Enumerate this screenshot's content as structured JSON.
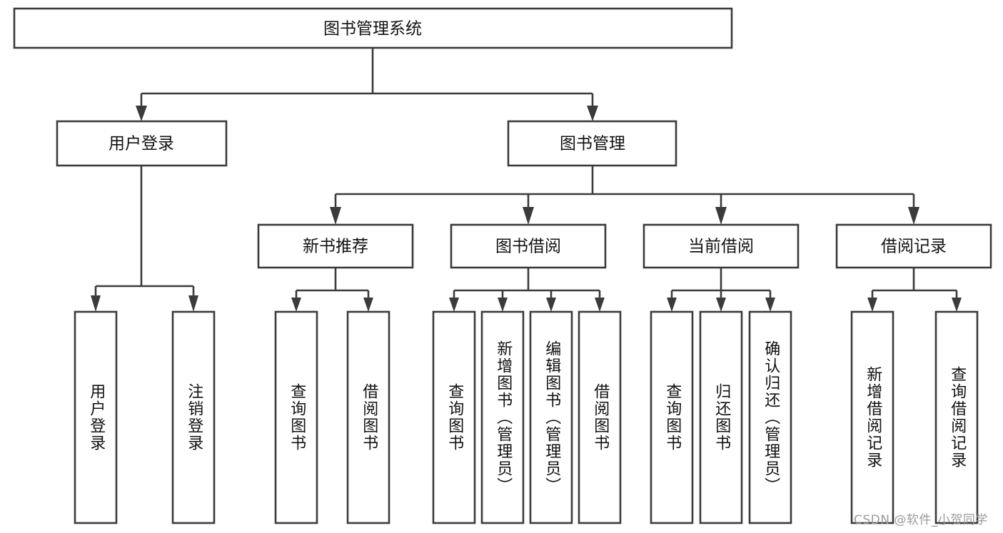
{
  "diagram": {
    "title": "图书管理系统",
    "type": "tree",
    "orientation": "top-down",
    "colors": {
      "box_stroke": "#3b3b3b",
      "box_fill": "#ffffff",
      "text": "#111111",
      "edge": "#3b3b3b",
      "watermark": "#9b9b9b",
      "background": "#ffffff"
    },
    "root": {
      "label": "图书管理系统"
    },
    "level2": [
      {
        "id": "user-login",
        "label": "用户登录"
      },
      {
        "id": "book-manage",
        "label": "图书管理"
      }
    ],
    "level3": [
      {
        "id": "new-book-recommend",
        "label": "新书推荐",
        "parent": "book-manage"
      },
      {
        "id": "book-borrow",
        "label": "图书借阅",
        "parent": "book-manage"
      },
      {
        "id": "current-borrow",
        "label": "当前借阅",
        "parent": "book-manage"
      },
      {
        "id": "borrow-record",
        "label": "借阅记录",
        "parent": "book-manage"
      }
    ],
    "leaves": [
      {
        "id": "leaf-user-login",
        "label": "用户登录",
        "parent": "user-login"
      },
      {
        "id": "leaf-user-logout",
        "label": "注销登录",
        "parent": "user-login"
      },
      {
        "id": "leaf-query-book-1",
        "label": "查询图书",
        "parent": "new-book-recommend"
      },
      {
        "id": "leaf-borrow-book-1",
        "label": "借阅图书",
        "parent": "new-book-recommend"
      },
      {
        "id": "leaf-query-book-2",
        "label": "查询图书",
        "parent": "book-borrow"
      },
      {
        "id": "leaf-add-book",
        "label": "新增图书（管理员）",
        "parent": "book-borrow"
      },
      {
        "id": "leaf-edit-book",
        "label": "编辑图书（管理员）",
        "parent": "book-borrow"
      },
      {
        "id": "leaf-borrow-book-2",
        "label": "借阅图书",
        "parent": "book-borrow"
      },
      {
        "id": "leaf-query-book-3",
        "label": "查询图书",
        "parent": "current-borrow"
      },
      {
        "id": "leaf-return-book",
        "label": "归还图书",
        "parent": "current-borrow"
      },
      {
        "id": "leaf-confirm-return",
        "label": "确认归还（管理员）",
        "parent": "current-borrow"
      },
      {
        "id": "leaf-add-record",
        "label": "新增借阅记录",
        "parent": "borrow-record"
      },
      {
        "id": "leaf-query-record",
        "label": "查询借阅记录",
        "parent": "borrow-record"
      }
    ],
    "watermark": "CSDN @软件_小贺同学"
  }
}
